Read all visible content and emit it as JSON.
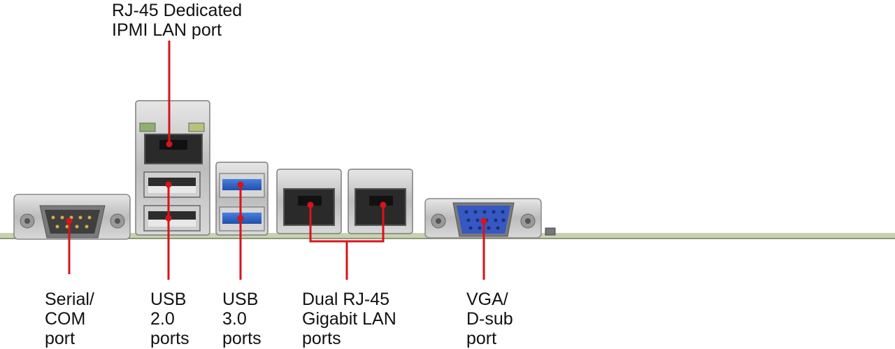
{
  "labels": {
    "ipmi": [
      "RJ-45 Dedicated",
      "IPMI LAN port"
    ],
    "serial": [
      "Serial/",
      "COM",
      "port"
    ],
    "usb2": [
      "USB",
      "2.0",
      "ports"
    ],
    "usb3": [
      "USB",
      "3.0",
      "ports"
    ],
    "lan": [
      "Dual RJ-45",
      "Gigabit LAN",
      "ports"
    ],
    "vga": [
      "VGA/",
      "D-sub",
      "port"
    ]
  },
  "colors": {
    "callout": "#d8131b",
    "usb3_blue": "#2b63c6",
    "vga_blue": "#3658c2",
    "board": "#c9d2b0",
    "metal": "#c9c9c9"
  }
}
